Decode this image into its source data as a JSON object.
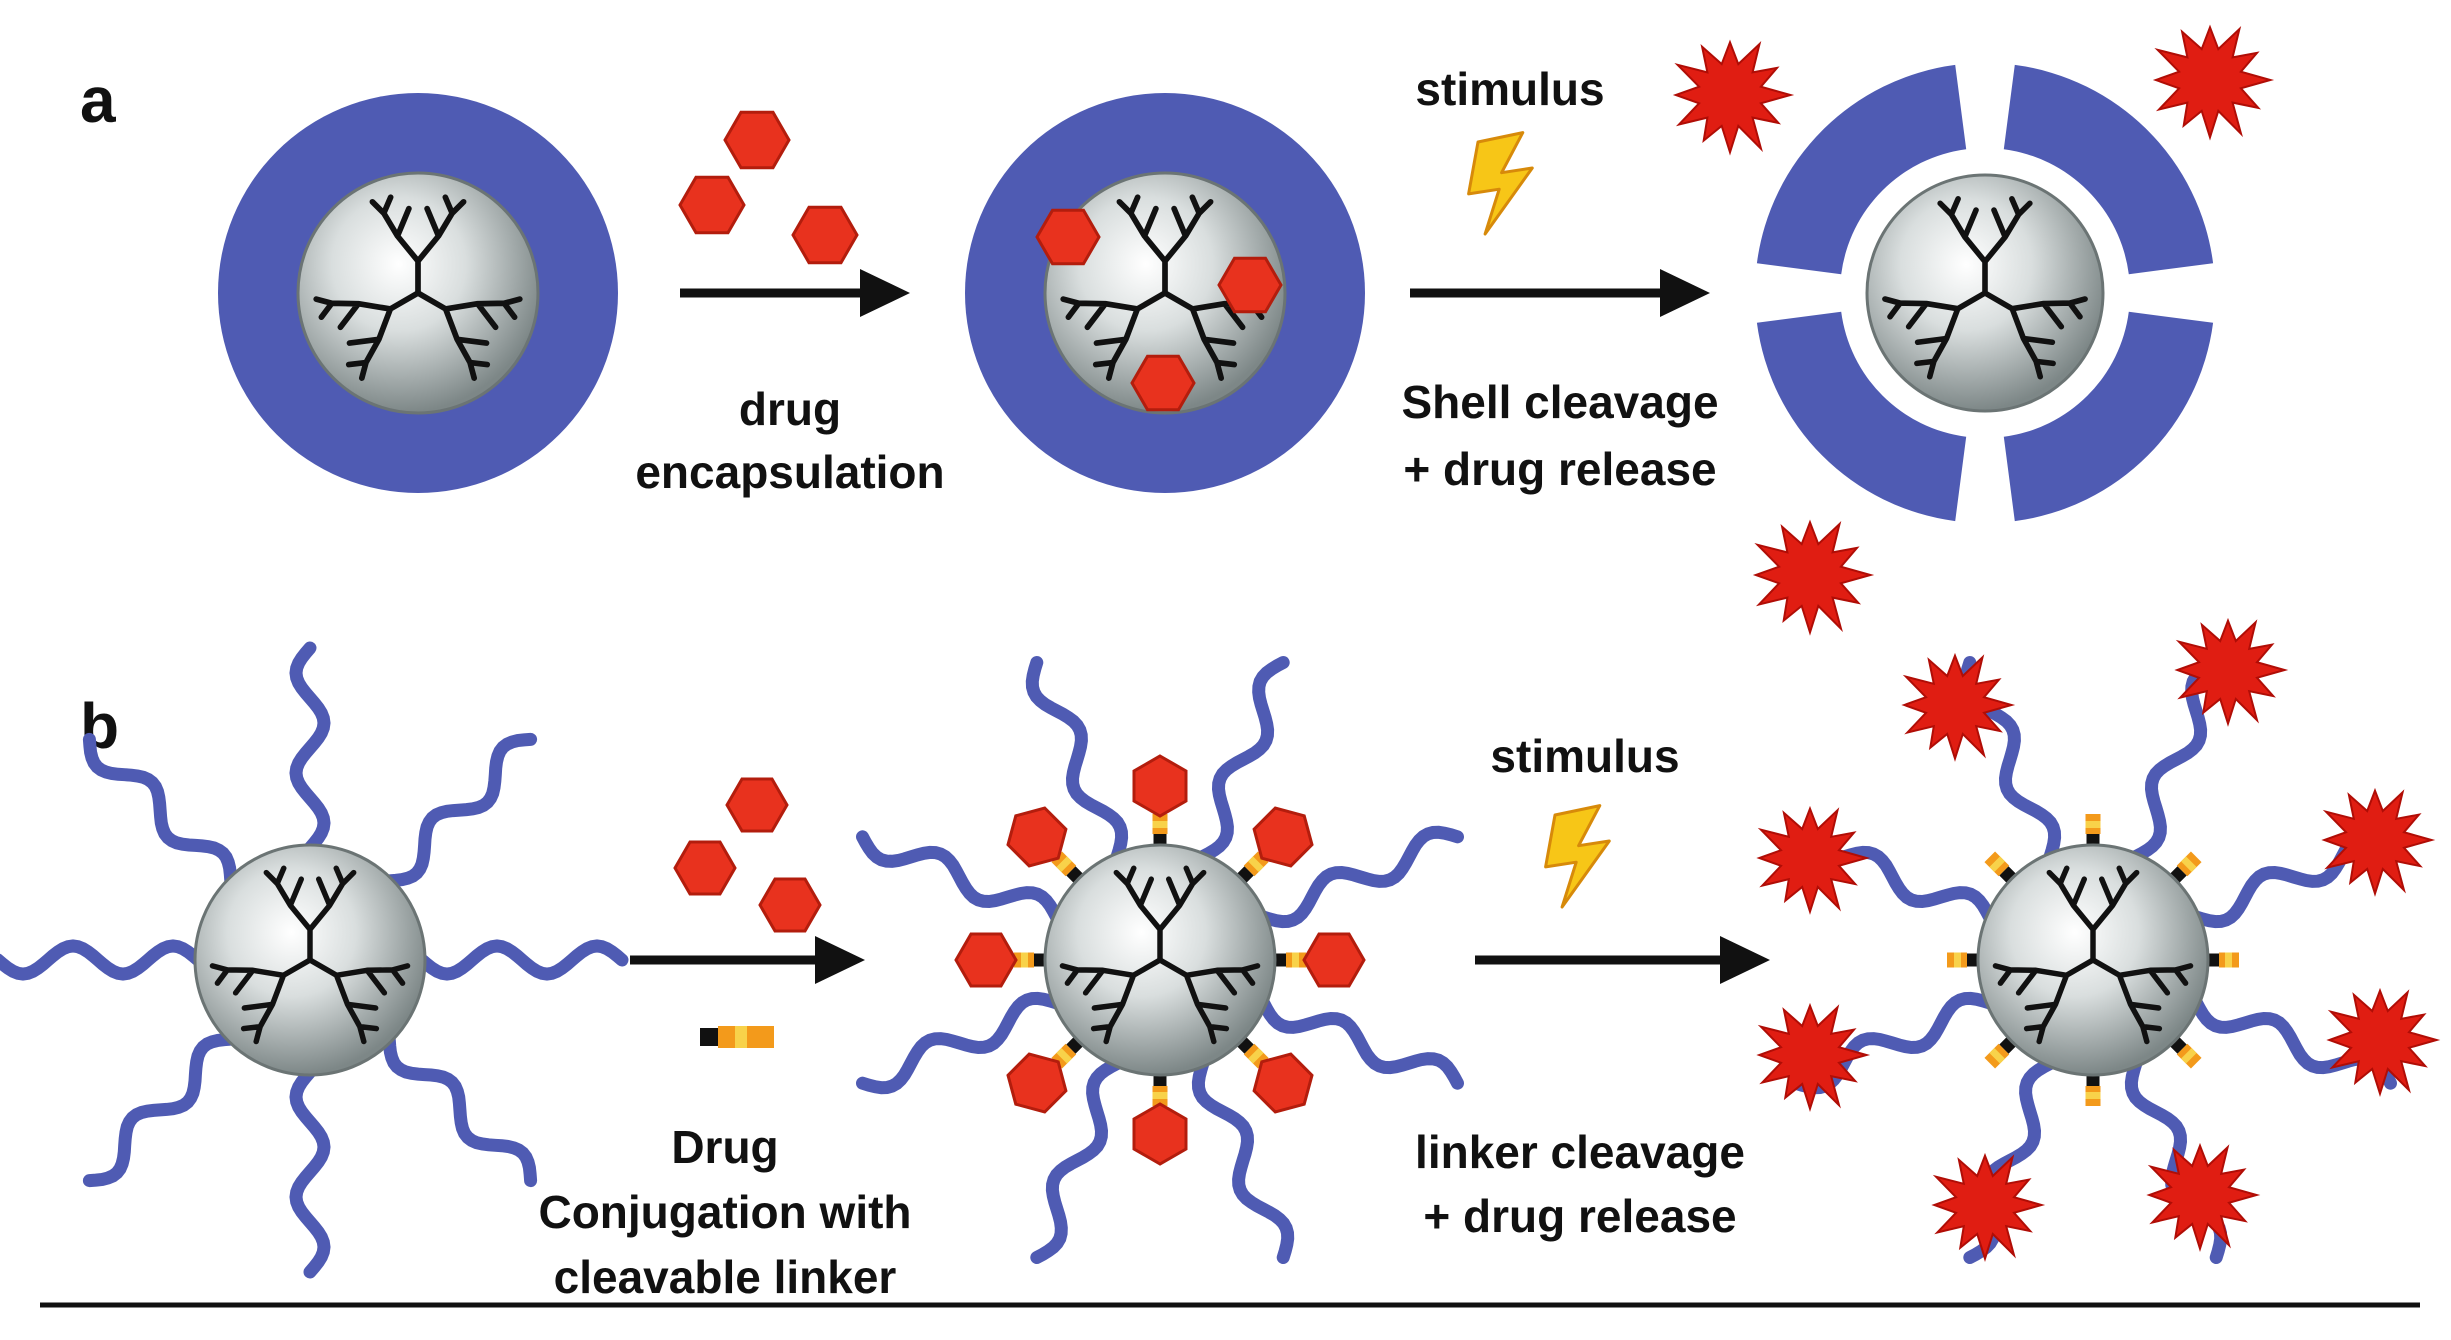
{
  "colors": {
    "shell": "#4f5bb3",
    "drug": "#e8321e",
    "drug_stroke": "#b31d0d",
    "released_drug": "#e01d12",
    "bolt": "#f7c617",
    "bolt_stroke": "#d78a0a",
    "core_light": "#ffffff",
    "core_dark": "#7d8787",
    "branch": "#111111",
    "linker_orange": "#f39a1b",
    "linker_yellow": "#f8d24a",
    "linker_black": "#111111",
    "arrow": "#111111",
    "text": "#111111"
  },
  "icons": [
    "dendrimer-core-icon",
    "drug-hexagon-icon",
    "lightning-bolt-icon",
    "released-drug-starburst-icon",
    "cleavable-linker-icon",
    "peg-chain-icon"
  ],
  "panel_a": {
    "label": "a",
    "step1": {
      "line1": "drug",
      "line2": "encapsulation"
    },
    "step2": {
      "above": "stimulus",
      "line1": "Shell cleavage",
      "line2": "+ drug release"
    }
  },
  "panel_b": {
    "label": "b",
    "step1": {
      "line1": "Drug",
      "line2": "Conjugation with",
      "line3": "cleavable linker"
    },
    "step2": {
      "above": "stimulus",
      "line1": "linker cleavage",
      "line2": "+ drug release"
    }
  }
}
